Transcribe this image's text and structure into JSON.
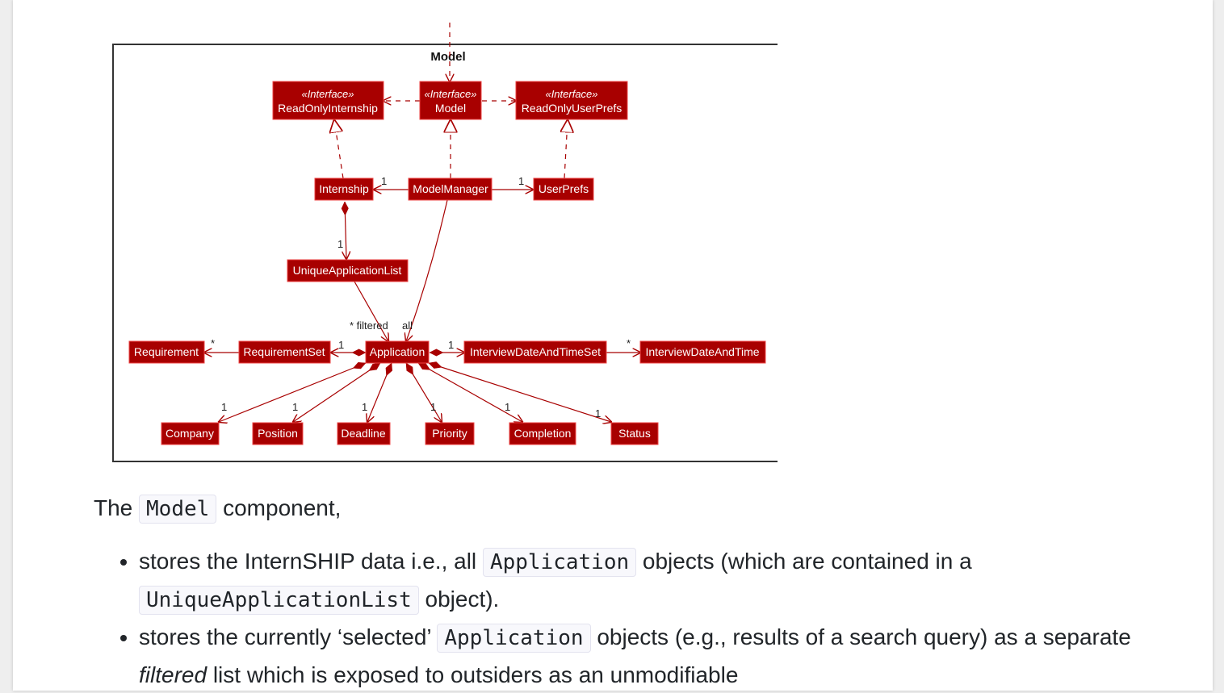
{
  "diagram": {
    "package_label": "Model",
    "colors": {
      "box_fill": "#a80000",
      "box_stroke": "#ee4444",
      "line": "#a80000",
      "box_text": "#ffffff"
    },
    "stereotype": "«Interface»",
    "nodes": {
      "read_only_internship": {
        "name": "ReadOnlyInternship",
        "stereotype": "«Interface»"
      },
      "model_interface": {
        "name": "Model",
        "stereotype": "«Interface»"
      },
      "read_only_user_prefs": {
        "name": "ReadOnlyUserPrefs",
        "stereotype": "«Interface»"
      },
      "internship": {
        "name": "Internship"
      },
      "model_manager": {
        "name": "ModelManager"
      },
      "user_prefs": {
        "name": "UserPrefs"
      },
      "unique_application_list": {
        "name": "UniqueApplicationList"
      },
      "requirement": {
        "name": "Requirement"
      },
      "requirement_set": {
        "name": "RequirementSet"
      },
      "application": {
        "name": "Application"
      },
      "interview_date_and_time_set": {
        "name": "InterviewDateAndTimeSet"
      },
      "interview_date_and_time": {
        "name": "InterviewDateAndTime"
      },
      "company": {
        "name": "Company"
      },
      "position": {
        "name": "Position"
      },
      "deadline": {
        "name": "Deadline"
      },
      "priority": {
        "name": "Priority"
      },
      "completion": {
        "name": "Completion"
      },
      "status": {
        "name": "Status"
      }
    },
    "multiplicities": {
      "mm_internship": "1",
      "mm_userprefs": "1",
      "internship_list": "1",
      "app_requirement_set": "1",
      "requirement_many": "*",
      "app_interview_set": "1",
      "interview_many": "*",
      "filtered": "* filtered",
      "all": "all",
      "company": "1",
      "position": "1",
      "deadline": "1",
      "priority": "1",
      "completion": "1",
      "status": "1"
    }
  },
  "text": {
    "intro_prefix": "The",
    "intro_code": "Model",
    "intro_suffix": "component,",
    "bullet1_prefix": "stores the InternSHIP data i.e., all",
    "bullet1_code1": "Application",
    "bullet1_mid": "objects (which are contained in a",
    "bullet1_code2": "UniqueApplicationList",
    "bullet1_suffix": "object).",
    "bullet2_prefix": "stores the currently ‘selected’",
    "bullet2_code": "Application",
    "bullet2_mid": "objects (e.g., results of a search query) as a separate",
    "bullet2_em": "filtered",
    "bullet2_suffix": "list which is exposed to outsiders as an unmodifiable"
  }
}
